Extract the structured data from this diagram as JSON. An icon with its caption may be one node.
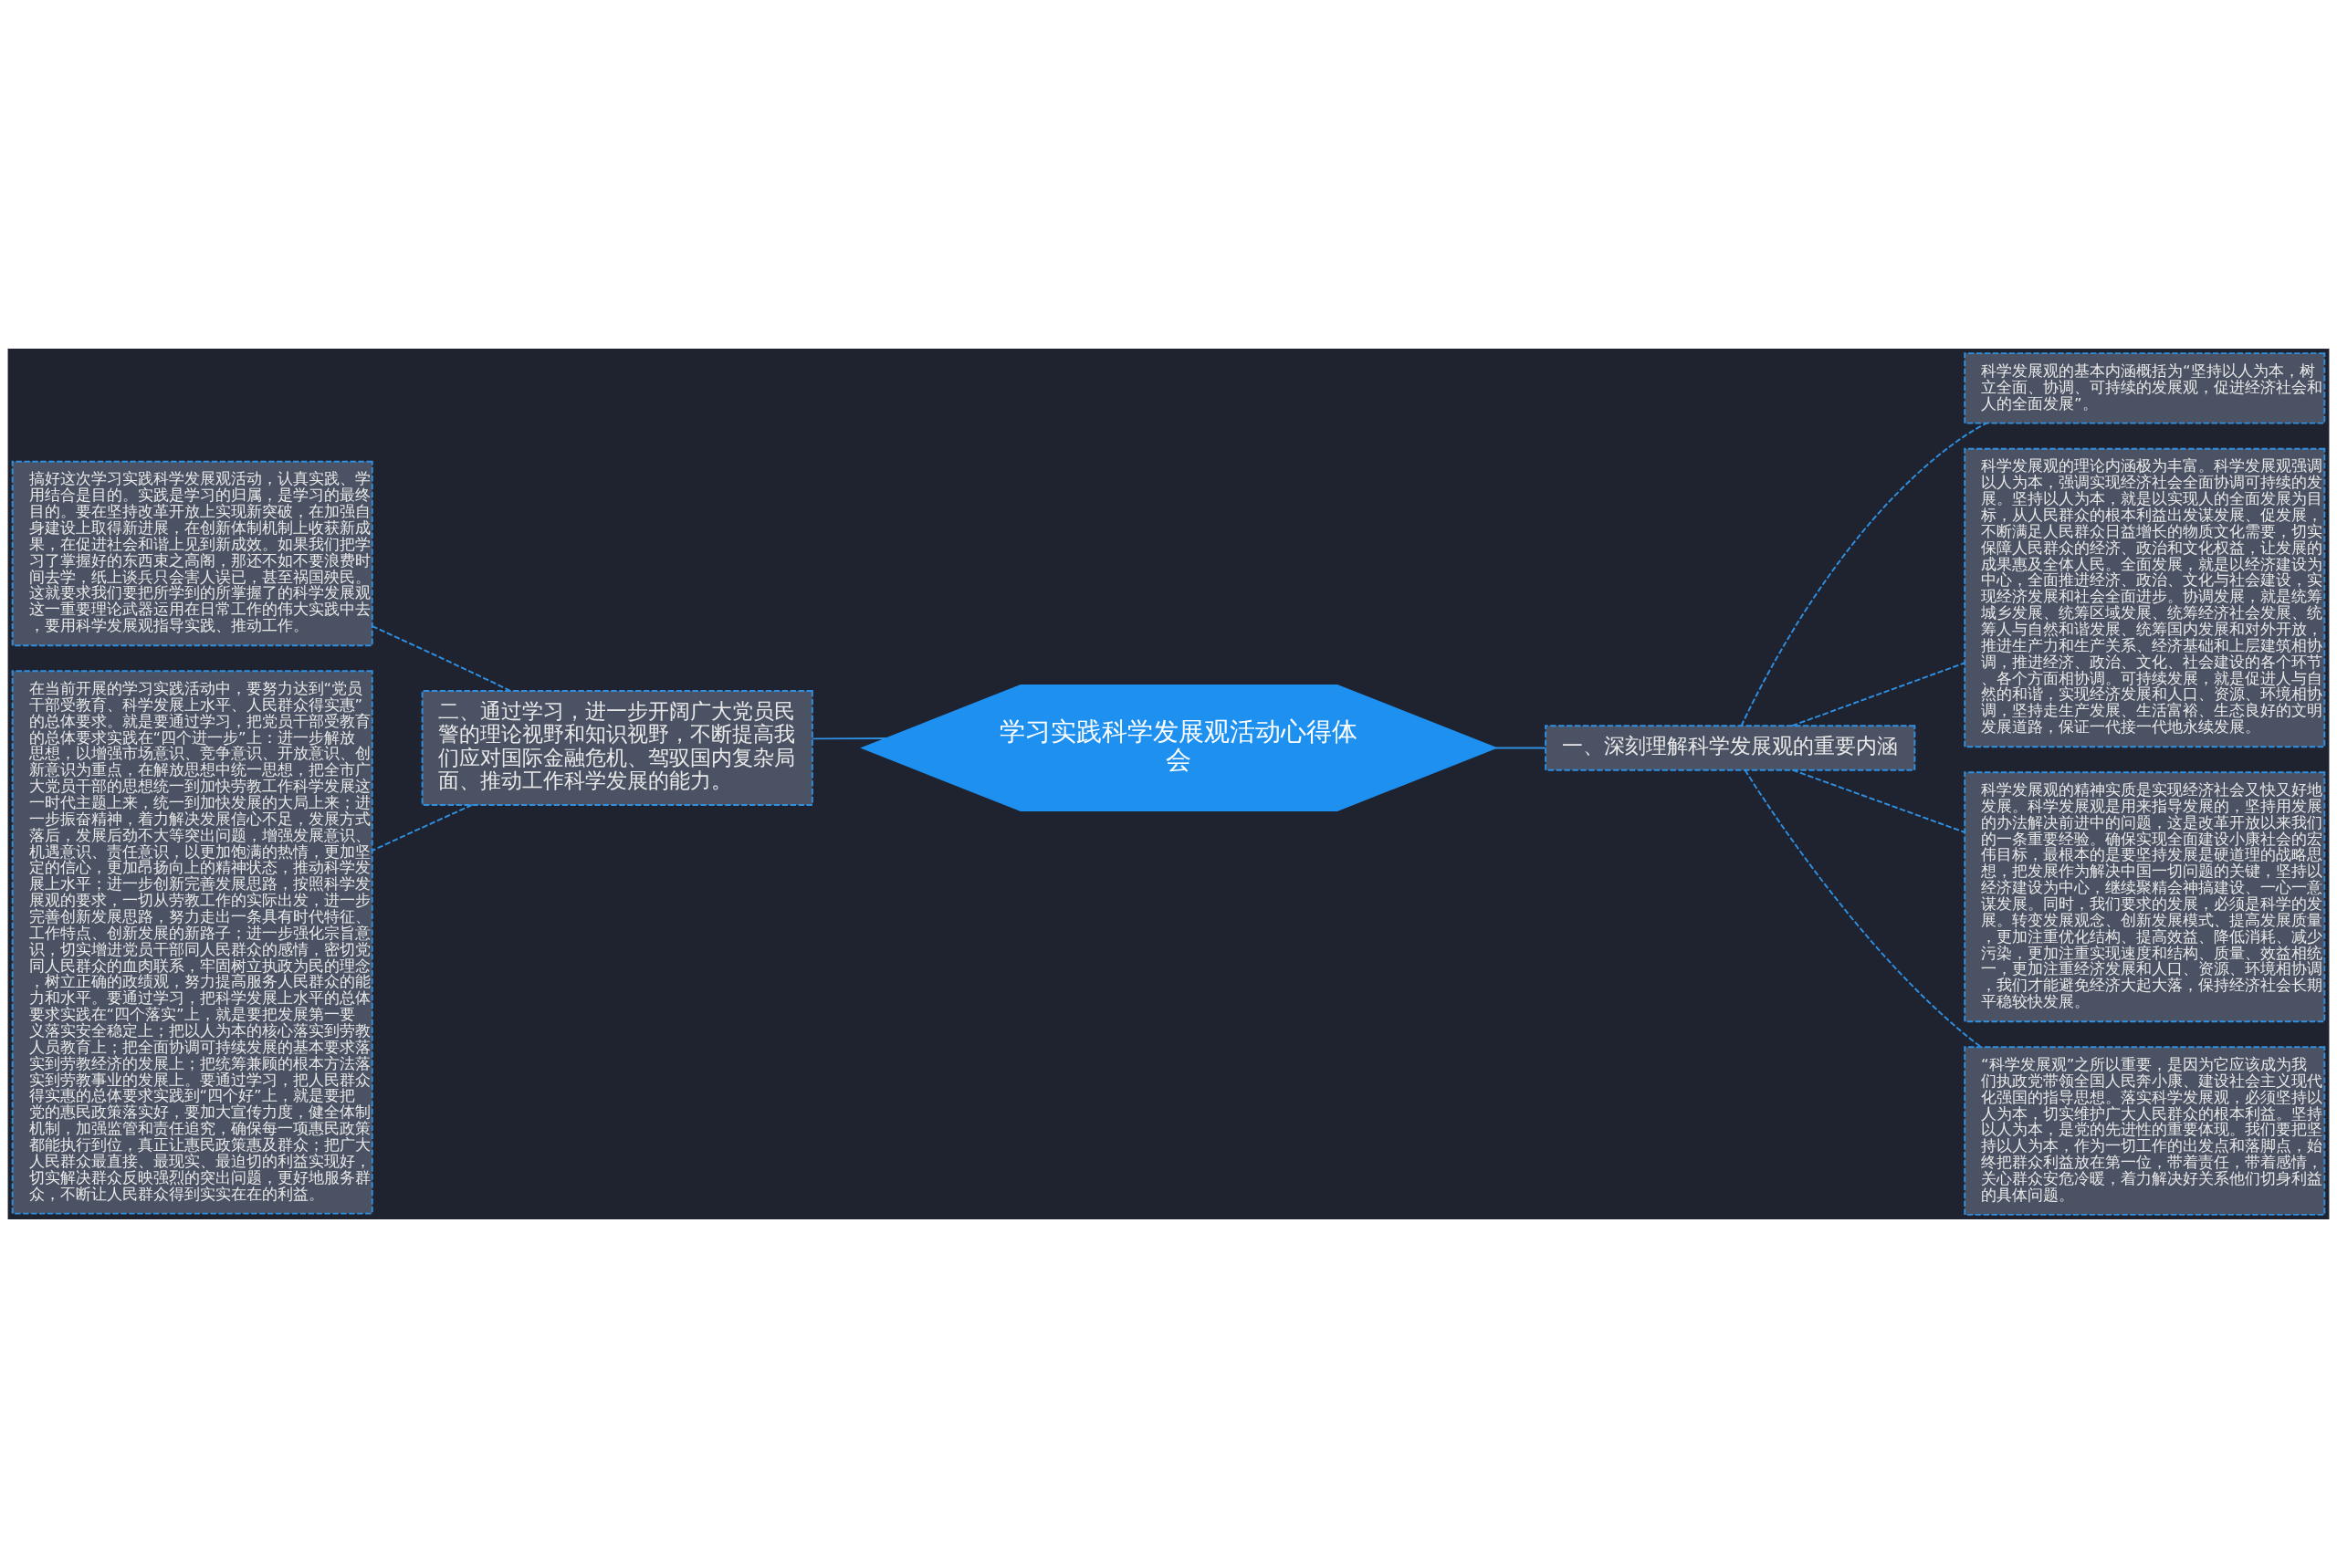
{
  "diagram": {
    "nodes": [
      {
        "text": [
          "学习实践科学发展观活动心得体会"
        ]
      },
      {
        "text": [
          "一、深刻理解科学发展观的重要内涵"
        ]
      },
      {
        "text": [
          "二、通过学习，进一步开阔广大党员民警的理论视野和知识视野，不断提高我们应对国际金融危机、驾驭国内复杂局面、推动工作科学发展的能力。"
        ]
      },
      {
        "text": [
          "科学发展观的基本内涵概括为“坚持以人为本，树立全面、协调、可持续的发展观，促进经济社会和人的全面发展”。"
        ]
      },
      {
        "text": [
          "科学发展观的理论内涵极为丰富。科学发展观强调以人为本，强调实现经济社会全面协调可持续的发展。坚持以人为本，就是以实现人的全面发展为目标，从人民群众的根本利益出发谋发展、促发展，不断满足人民群众日益增长的物质文化需要，切实保障人民群众的经济、政治和文化权益，让发展的成果惠及全体人民。全面发展，就是以经济建设为中心，全面推进经济、政治、文化与社会建设，实现经济发展和社会全面进步。协调发展，就是统筹城乡发展、统筹区域发展、统筹经济社会发展、统筹人与自然和谐发展、统筹国内发展和对外开放，推进生产力和生产关系、经济基础和上层建筑相协调，推进经济、政治、文化、社会建设的各个环节、各个方面相协调。可持续发展，就是促进人与自然的和谐，实现经济发展和人口、资源、环境相协调，坚持走生产发展、生活富裕、生态良好的文明发展道路，保证一代接一代地永续发展。"
        ]
      },
      {
        "text": [
          "科学发展观的精神实质是实现经济社会又快又好地发展。科学发展观是用来指导发展的，坚持用发展的办法解决前进中的问题，这是改革开放以来我们的一条重要经验。确保实现全面建设小康社会的宏伟目标，最根本的是要坚持发展是硬道理的战略思想，把发展作为解决中国一切问题的关键，坚持以经济建设为中心，继续聚精会神搞建设、一心一意谋发展。同时，我们要求的发展，必须是科学的发展。转变发展观念、创新发展模式、提高发展质量，更加注重优化结构、提高效益、降低消耗、减少污染，更加注重实现速度和结构、质量、效益相统一，更加注重经济发展和人口、资源、环境相协调，我们才能避免经济大起大落，保持经济社会长期平稳较快发展。"
        ]
      },
      {
        "text": [
          "“科学发展观”之所以重要，是因为它应该成为我们执政党带领全国人民奔小康、建设社会主义现代化强国的指导思想。落实科学发展观，必须坚持以人为本，切实维护广大人民群众的根本利益。坚持以人为本，是党的先进性的重要体现。我们要把坚持以人为本，作为一切工作的出发点和落脚点，始终把群众利益放在第一位，带着责任，带着感情，关心群众安危冷暖，着力解决好关系他们切身利益的具体问题。"
        ]
      },
      {
        "text": [
          "搞好这次学习实践科学发展观活动，认真实践、学用结合是目的。实践是学习的归属，是学习的最终目的。要在坚持改革开放上实现新突破，在加强自身建设上取得新进展，在创新体制机制上收获新成果，在促进社会和谐上见到新成效。如果我们把学习了掌握好的东西束之高阁，那还不如不要浪费时间去学，纸上谈兵只会害人误已，甚至祸国殃民。这就要求我们要把所学到的所掌握了的科学发展观这一重要理论武器运用在日常工作的伟大实践中去，要用科学发展观指导实践、推动工作。"
        ]
      },
      {
        "text": [
          "在当前开展的学习实践活动中，要努力达到“党员干部受教育、科学发展上水平、人民群众得实惠”的总体要求。就是要通过学习，把党员干部受教育的总体要求实践在“四个进一步”上：进一步解放思想，以增强市场意识、竞争意识、开放意识、创新意识为重点，在解放思想中统一思想，把全市广大党员干部的思想统一到加快劳教工作科学发展这一时代主题上来，统一到加快发展的大局上来；进一步振奋精神，着力解决发展信心不足，发展方式落后，发展后劲不大等突出问题，增强发展意识、机遇意识、责任意识，以更加饱满的热情，更加坚定的信心，更加昂扬向上的精神状态，推动科学发展上水平；进一步创新完善发展思路，按照科学发展观的要求，一切从劳教工作的实际出发，进一步完善创新发展思路，努力走出一条具有时代特征、工作特点、创新发展的新路子；进一步强化宗旨意识，切实增进党员干部同人民群众的感情，密切党同人民群众的血肉联系，牢固树立执政为民的理念，树立正确的政绩观，努力提高服务人民群众的能力和水平。要通过学习，把科学发展上水平的总体要求实践在“四个落实”上，就是要把发展第一要义落实安全稳定上；把以人为本的核心落实到劳教人员教育上；把全面协调可持续发展的基本要求落实到劳教经济的发展上；把统筹兼顾的根本方法落实到劳教事业的发展上。要通过学习，把人民群众得实惠的总体要求实践到“四个好”上，就是要把党的惠民政策落实好，要加大宣传力度，健全体制机制，加强监管和责任追究，确保每一项惠民政策都能执行到位，真正让惠民政策惠及群众；把广大人民群众最直接、最现实、最迫切的利益实现好，切实解决群众反映强烈的突出问题，更好地服务群众，不断让人民群众得到实实在在的利益。"
        ]
      }
    ],
    "edges": [
      {
        "from": 0,
        "to": 1,
        "arrow": "none"
      },
      {
        "from": 0,
        "to": 2,
        "arrow": "none"
      },
      {
        "from": 1,
        "to": 3,
        "arrow": "none",
        "style": "dashed"
      },
      {
        "from": 1,
        "to": 4,
        "arrow": "none",
        "style": "dashed"
      },
      {
        "from": 1,
        "to": 5,
        "arrow": "none",
        "style": "dashed"
      },
      {
        "from": 1,
        "to": 6,
        "arrow": "none",
        "style": "dashed"
      },
      {
        "from": 2,
        "to": 7,
        "arrow": "none",
        "style": "dashed"
      },
      {
        "from": 2,
        "to": 8,
        "arrow": "none",
        "style": "dashed"
      }
    ]
  }
}
